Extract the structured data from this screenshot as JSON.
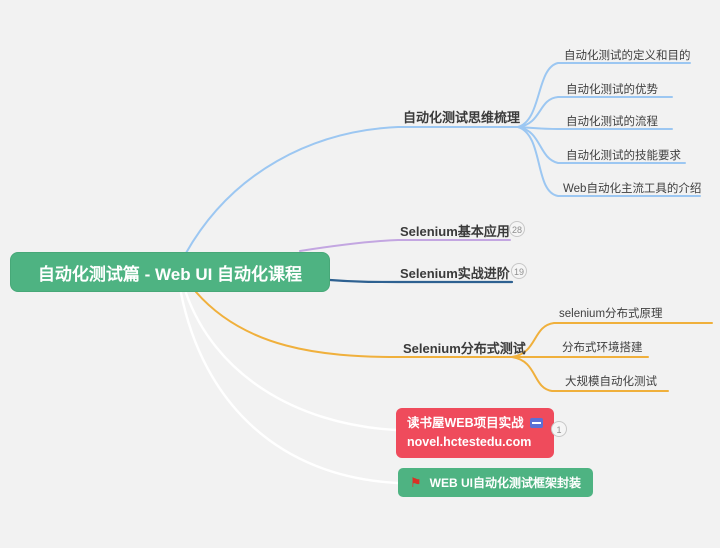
{
  "root": {
    "label": "自动化测试篇 - Web UI 自动化课程"
  },
  "branch_mindset": {
    "label": "自动化测试思维梳理",
    "children": [
      "自动化测试的定义和目的",
      "自动化测试的优势",
      "自动化测试的流程",
      "自动化测试的技能要求",
      "Web自动化主流工具的介绍"
    ]
  },
  "branch_basic": {
    "label": "Selenium基本应用",
    "badge": "28"
  },
  "branch_advanced": {
    "label": "Selenium实战进阶",
    "badge": "19"
  },
  "branch_distributed": {
    "label": "Selenium分布式测试",
    "children": [
      "selenium分布式原理",
      "分布式环境搭建",
      "大规模自动化测试"
    ]
  },
  "branch_project": {
    "line1": "读书屋WEB项目实战",
    "line2": "novel.hctestedu.com",
    "badge": "1",
    "icon": "link-icon"
  },
  "branch_framework": {
    "label": "WEB UI自动化测试框架封装",
    "icon": "flag-icon"
  },
  "icons": {
    "flag_glyph": "⚑"
  },
  "colors": {
    "background": "#f2f2f2",
    "root_bg": "#4eb382",
    "mindset_line": "#9cc7f2",
    "basic_line": "#c3a6e1",
    "advanced_line": "#2e6191",
    "distributed_line": "#f0b03c",
    "project_bg": "#ef4b5c",
    "framework_bg": "#4eb382",
    "white_connector": "#ffffff",
    "badge_text": "#8f8f8f"
  }
}
